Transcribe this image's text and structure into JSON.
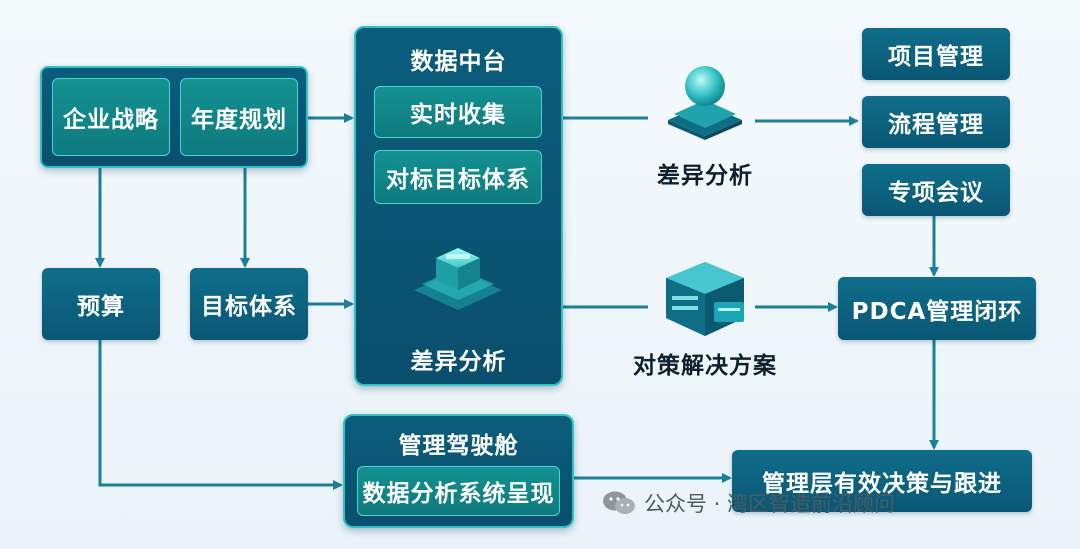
{
  "top_left_group": {
    "strategy": "企业战略",
    "annual_plan": "年度规划"
  },
  "budget": "预算",
  "target_system_left": "目标体系",
  "data_center": {
    "title": "数据中台",
    "realtime_collect": "实时收集",
    "benchmark": "对标目标体系",
    "variance": "差异分析"
  },
  "variance_analysis_label": "差异分析",
  "countermeasure_label": "对策解决方案",
  "right_column": {
    "project": "项目管理",
    "process": "流程管理",
    "special_meeting": "专项会议",
    "pdca": "PDCA管理闭环",
    "decision": "管理层有效决策与跟进"
  },
  "cockpit": {
    "title": "管理驾驶舱",
    "presentation": "数据分析系统呈现"
  },
  "watermark": "公众号 · 湾区智造前沿顾问",
  "colors": {
    "node_dark": "#0a5774",
    "panel_border": "#2fc3c3",
    "inner_teal": "#0e7a7e",
    "arrow": "#1c7f99"
  }
}
